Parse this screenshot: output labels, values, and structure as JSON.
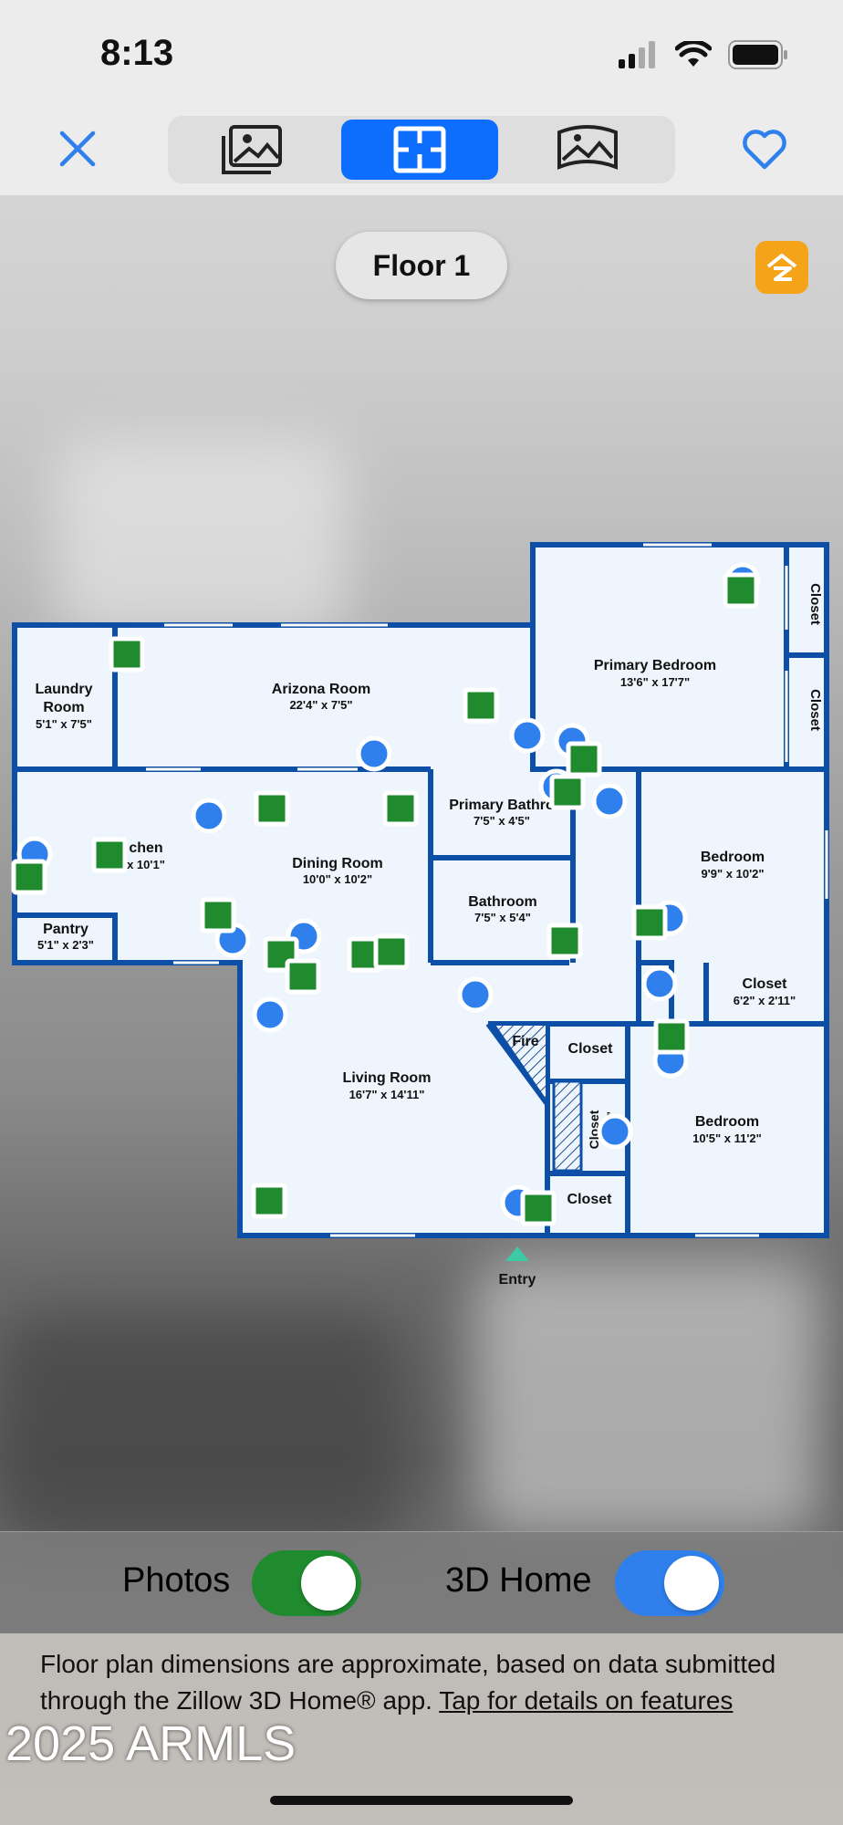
{
  "status_bar": {
    "time": "8:13"
  },
  "toolbar": {
    "tabs": [
      {
        "name": "photos",
        "icon": "gallery-icon",
        "active": false
      },
      {
        "name": "floor-plan",
        "icon": "floor-plan-icon",
        "active": true
      },
      {
        "name": "3d-tour",
        "icon": "panorama-icon",
        "active": false
      }
    ],
    "accent": "#0d6efd"
  },
  "floor_selector": {
    "label": "Floor 1"
  },
  "plan": {
    "rooms": [
      {
        "id": "laundry",
        "name": "Laundry\nRoom",
        "dims": "5'1\" x 7'5\""
      },
      {
        "id": "arizona",
        "name": "Arizona Room",
        "dims": "22'4\" x 7'5\""
      },
      {
        "id": "primary-bedroom",
        "name": "Primary Bedroom",
        "dims": "13'6\" x 17'7\""
      },
      {
        "id": "kitchen",
        "name": "chen",
        "dims": "x 10'1\""
      },
      {
        "id": "dining",
        "name": "Dining Room",
        "dims": "10'0\" x 10'2\""
      },
      {
        "id": "primary-bath",
        "name": "Primary Bathro",
        "dims": "7'5\" x 4'5\""
      },
      {
        "id": "bathroom",
        "name": "Bathroom",
        "dims": "7'5\" x 5'4\""
      },
      {
        "id": "bedroom-1",
        "name": "Bedroom",
        "dims": "9'9\" x 10'2\""
      },
      {
        "id": "pantry",
        "name": "Pantry",
        "dims": "5'1\" x 2'3\""
      },
      {
        "id": "closet-hall",
        "name": "Closet",
        "dims": "6'2\" x 2'11\""
      },
      {
        "id": "living",
        "name": "Living Room",
        "dims": "16'7\" x 14'11\""
      },
      {
        "id": "bedroom-2",
        "name": "Bedroom",
        "dims": "10'5\" x 11'2\""
      },
      {
        "id": "closet-a",
        "name": "Closet",
        "dims": ""
      },
      {
        "id": "closet-b",
        "name": "Closet",
        "dims": ""
      },
      {
        "id": "closet-c",
        "name": "Closet",
        "dims": ""
      },
      {
        "id": "closet-d",
        "name": "Closet",
        "dims": ""
      },
      {
        "id": "closet-side",
        "name": "Closet",
        "dims": "2'…11\""
      },
      {
        "id": "fire",
        "name": "Fire",
        "dims": ""
      }
    ],
    "entry_label": "Entry",
    "wall_color": "#0d4ea6",
    "floor_color": "#eef5fc",
    "photo_marker_color": "#1f8a2e",
    "tour_marker_color": "#2f80ed"
  },
  "toggles": [
    {
      "label": "Photos",
      "on": true,
      "color": "#1f8a2e"
    },
    {
      "label": "3D Home",
      "on": true,
      "color": "#2f80ed"
    }
  ],
  "footer": {
    "note": "Floor plan dimensions are approximate, based on data submitted through the Zillow 3D Home® app. ",
    "link": "Tap for details on features"
  },
  "watermark": "2025 ARMLS"
}
